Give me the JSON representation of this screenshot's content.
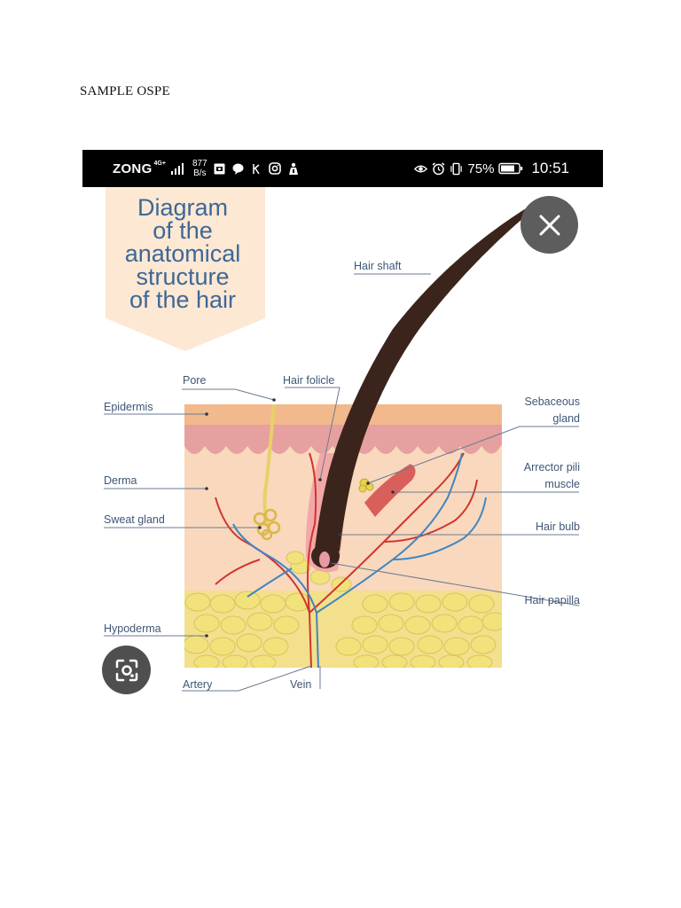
{
  "document": {
    "title": "SAMPLE OSPE"
  },
  "status_bar": {
    "carrier": "ZONG",
    "network": "4G+",
    "data_speed_value": "877",
    "data_speed_unit": "B/s",
    "battery": "75%",
    "time": "10:51",
    "left_icons": [
      "screenshot-icon",
      "chat-icon",
      "k-icon",
      "instagram-icon",
      "app-icon"
    ],
    "right_icons": [
      "eye-icon",
      "alarm-icon",
      "vibrate-icon",
      "battery-icon"
    ]
  },
  "diagram": {
    "title_lines": [
      "Diagram",
      "of the",
      "anatomical",
      "structure",
      "of the hair"
    ],
    "labels": {
      "hair_shaft": "Hair shaft",
      "pore": "Pore",
      "hair_follicle": "Hair folicle",
      "epidermis": "Epidermis",
      "sebaceous_line1": "Sebaceous",
      "sebaceous_line2": "gland",
      "derma": "Derma",
      "arrector_line1": "Arrector pili",
      "arrector_line2": "muscle",
      "sweat_gland": "Sweat gland",
      "hair_bulb": "Hair bulb",
      "hair_papilla": "Hair papilla",
      "hypoderma": "Hypoderma",
      "artery": "Artery",
      "vein": "Vein"
    },
    "colors": {
      "title_banner": "#fde8d4",
      "title_text": "#3d6896",
      "epidermis": "#f2b98d",
      "epidermis_inner": "#e6a0a0",
      "derma": "#f9d8bd",
      "hypoderma": "#f2e08c",
      "fat_cell": "#f1e27c",
      "hair": "#3b241b",
      "artery": "#d0352d",
      "vein": "#3f86c2",
      "label_text": "#3f5676"
    }
  },
  "controls": {
    "close_icon": "close-icon",
    "lens_icon": "lens-icon"
  }
}
